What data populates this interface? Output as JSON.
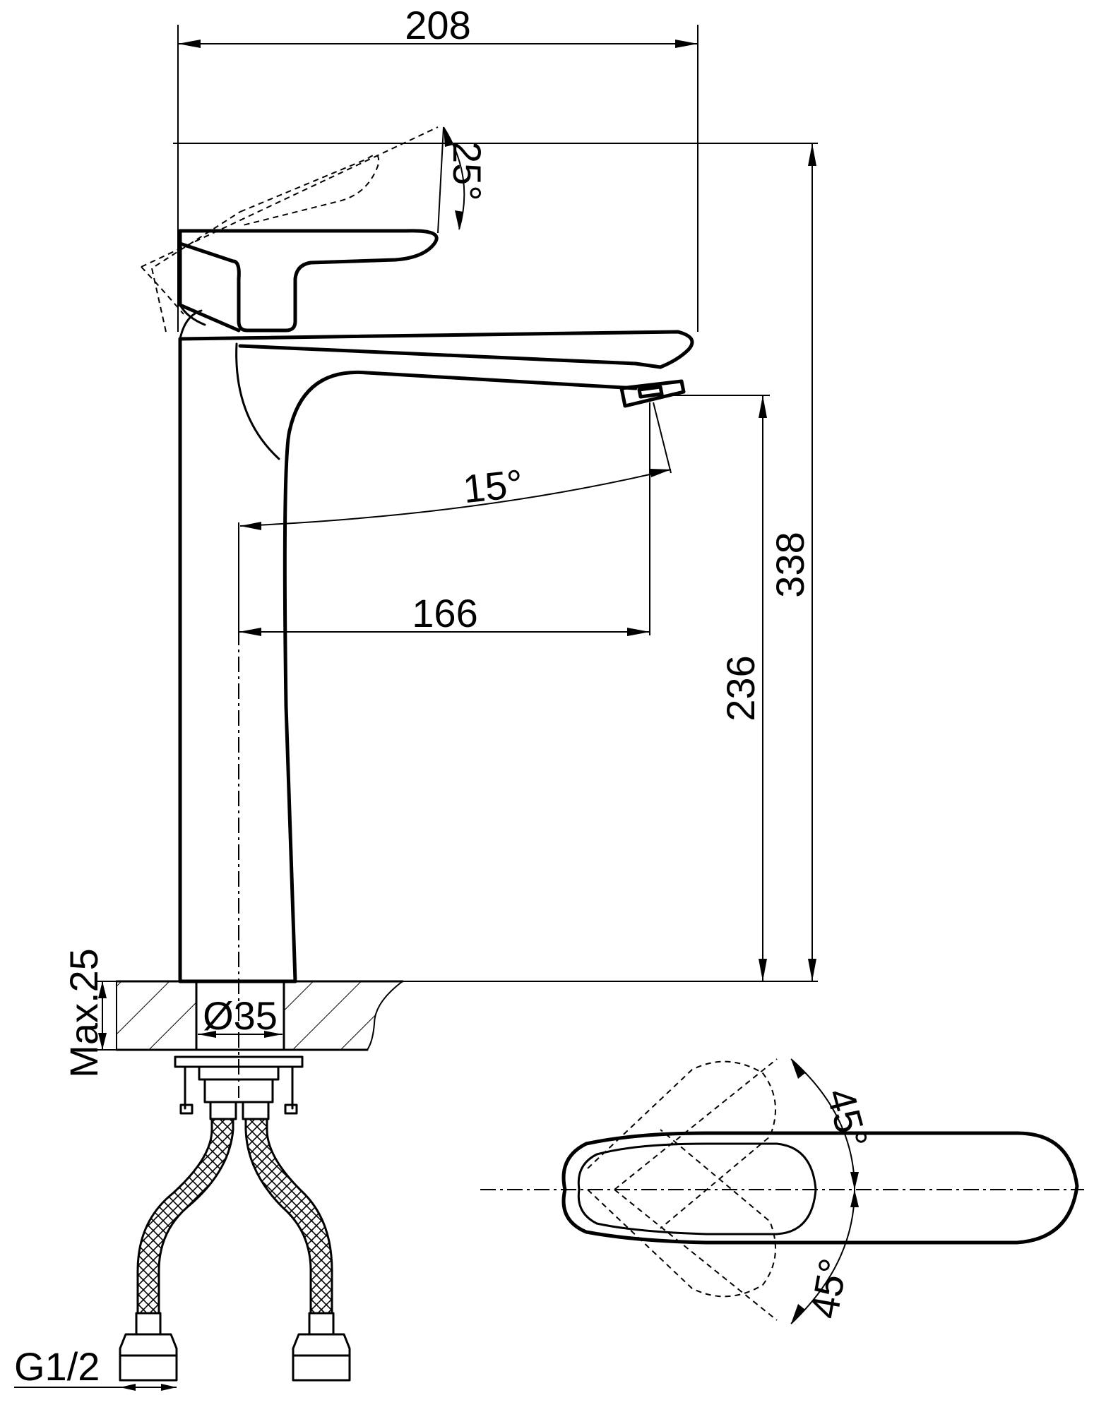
{
  "dimensions": {
    "overall_width": "208",
    "lever_tilt": "25°",
    "spout_swivel": "15°",
    "spout_reach": "166",
    "total_height": "338",
    "spout_height": "236",
    "max_deck": "Max.25",
    "hole_diameter": "Ø35",
    "thread": "G1/2",
    "handle_angle_top": "45°",
    "handle_angle_bottom": "45°"
  }
}
